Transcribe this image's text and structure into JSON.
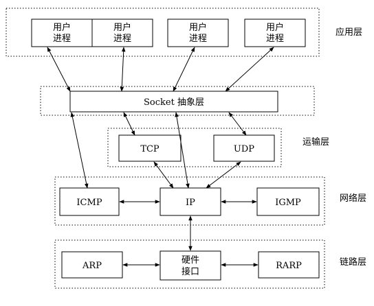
{
  "layers": {
    "application": "应用层",
    "transport": "运输层",
    "network": "网络层",
    "link": "链路层"
  },
  "nodes": {
    "process1": [
      "用户",
      "进程"
    ],
    "process2": [
      "用户",
      "进程"
    ],
    "process3": [
      "用户",
      "进程"
    ],
    "process4": [
      "用户",
      "进程"
    ],
    "socket": "Socket 抽象层",
    "tcp": "TCP",
    "udp": "UDP",
    "icmp": "ICMP",
    "ip": "IP",
    "igmp": "IGMP",
    "arp": "ARP",
    "hw": [
      "硬件",
      "接口"
    ],
    "rarp": "RARP"
  }
}
